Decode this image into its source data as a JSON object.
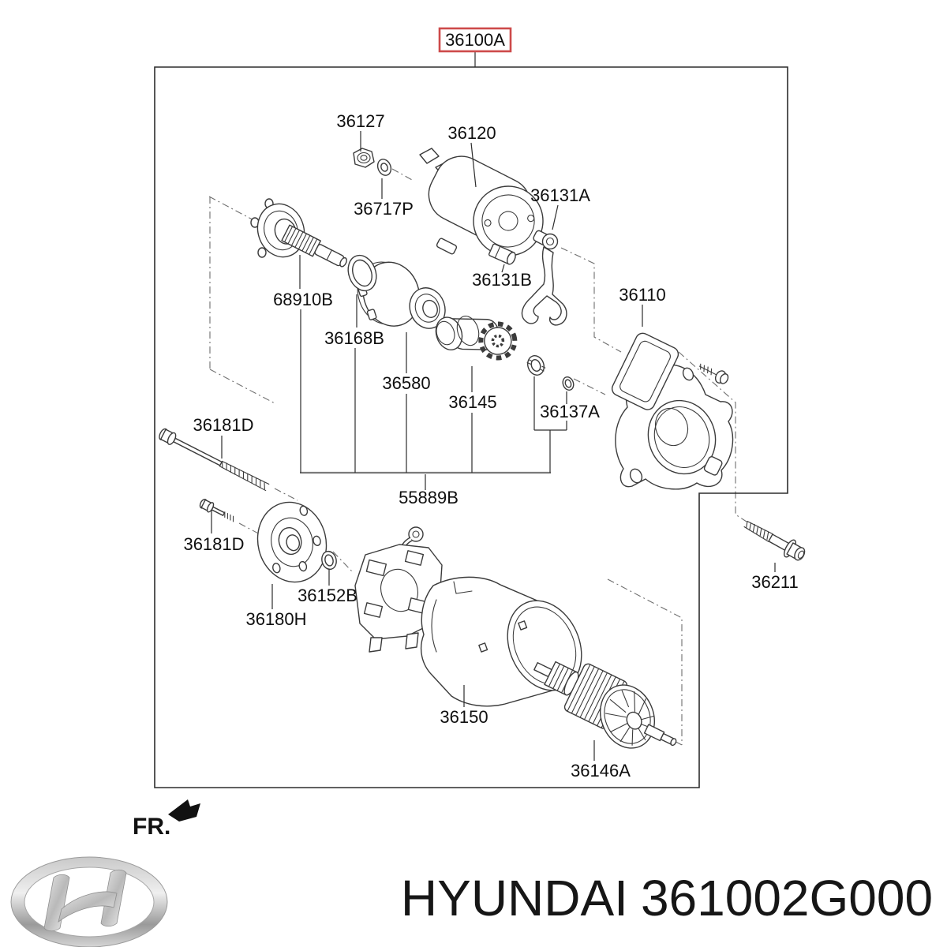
{
  "diagram": {
    "highlight": {
      "label": "36100A",
      "border_color": "#cd4a4a"
    },
    "part_labels": [
      "36127",
      "36120",
      "36131A",
      "36717P",
      "36131B",
      "36110",
      "68910B",
      "36168B",
      "36580",
      "36145",
      "36137A",
      "55889B",
      "36181D",
      "36181D",
      "36152B",
      "36180H",
      "36150",
      "36146A",
      "36211"
    ]
  },
  "footer": {
    "orientation_label": "FR.",
    "brand": "HYUNDAI",
    "part_number": "361002G000"
  }
}
